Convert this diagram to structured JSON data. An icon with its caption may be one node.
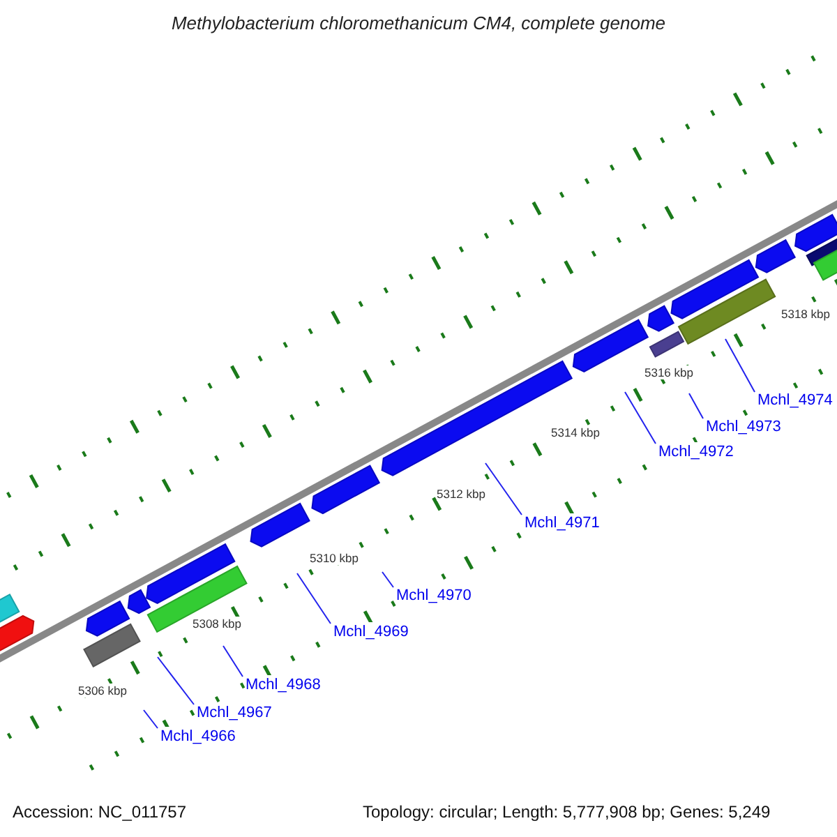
{
  "diagram": {
    "title": "Methylobacterium chloromethanicum CM4, complete genome",
    "nodes": [
      {
        "text": [
          "Mchl_4966"
        ]
      },
      {
        "text": [
          "Mchl_4967"
        ]
      },
      {
        "text": [
          "Mchl_4968"
        ]
      },
      {
        "text": [
          "Mchl_4969"
        ]
      },
      {
        "text": [
          "Mchl_4970"
        ]
      },
      {
        "text": [
          "Mchl_4971"
        ]
      },
      {
        "text": [
          "Mchl_4972"
        ]
      },
      {
        "text": [
          "Mchl_4973"
        ]
      },
      {
        "text": [
          "Mchl_4974"
        ]
      }
    ],
    "edges": [
      {
        "from": 0,
        "to": null,
        "arrow": "none"
      },
      {
        "from": 1,
        "to": null,
        "arrow": "none"
      },
      {
        "from": 2,
        "to": null,
        "arrow": "none"
      },
      {
        "from": 3,
        "to": null,
        "arrow": "none"
      },
      {
        "from": 4,
        "to": null,
        "arrow": "none"
      },
      {
        "from": 5,
        "to": null,
        "arrow": "none"
      },
      {
        "from": 6,
        "to": null,
        "arrow": "none"
      },
      {
        "from": 7,
        "to": null,
        "arrow": "none"
      },
      {
        "from": 8,
        "to": null,
        "arrow": "none"
      }
    ],
    "labels": [
      "5318 kbp",
      "5316 kbp",
      "5314 kbp",
      "5312 kbp",
      "5310 kbp",
      "5308 kbp",
      "5306 kbp",
      "Accession: NC_011757",
      "Topology: circular; Length: 5,777,908 bp; Genes: 5,249"
    ]
  }
}
